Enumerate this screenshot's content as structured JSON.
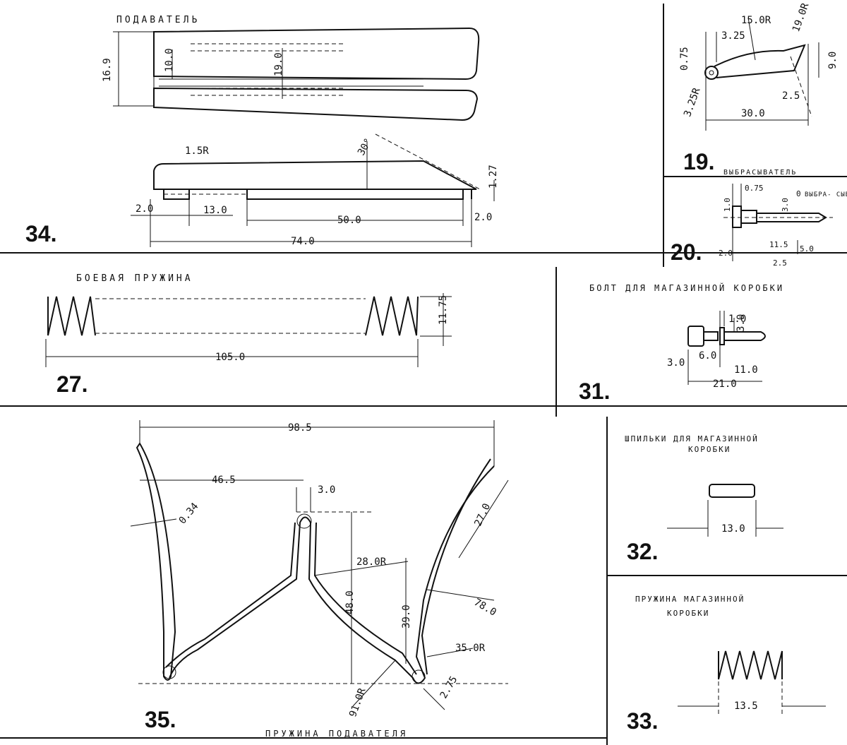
{
  "panels": {
    "p34": {
      "title": "ПОДАВАТЕЛЬ",
      "number": "34.",
      "dims": [
        "16.9",
        "10.0",
        "19.0",
        "1.5R",
        "30°",
        "1.27",
        "2.0",
        "13.0",
        "50.0",
        "2.0",
        "74.0"
      ]
    },
    "p19": {
      "title": "ВЫБРАСЫВАТЕЛЬ",
      "number": "19.",
      "dims": [
        "15.0R",
        "19.0R",
        "3.25",
        "0.75",
        "9.0",
        "3.25R",
        "2.5",
        "30.0"
      ]
    },
    "p20": {
      "title": "ВЫБРА- СЫВАТЕЛ",
      "number": "20.",
      "dims": [
        "0.75",
        "1.0",
        "3.0",
        "2.0",
        "11.5",
        "5.0",
        "2.5",
        "0"
      ]
    },
    "p27": {
      "title": "БОЕВАЯ ПРУЖИНА",
      "number": "27.",
      "dims": [
        "11.75",
        "105.0"
      ]
    },
    "p31": {
      "title": "БОЛТ ДЛЯ МАГАЗИННОЙ КОРОБКИ",
      "number": "31.",
      "dims": [
        "1.0",
        "3.0",
        "3.0",
        "6.0",
        "11.0",
        "21.0"
      ]
    },
    "p35": {
      "title": "ПРУЖИНА ПОДАВАТЕЛЯ",
      "number": "35.",
      "dims": [
        "98.5",
        "46.5",
        "3.0",
        "0.34",
        "27.0",
        "28.0R",
        "48.0",
        "39.0",
        "78.0",
        "35.0R",
        "91.0R",
        "2.75"
      ]
    },
    "p32": {
      "title_line1": "ШПИЛЬКИ ДЛЯ МАГАЗИННОЙ",
      "title_line2": "КОРОБКИ",
      "number": "32.",
      "dims": [
        "13.0"
      ]
    },
    "p33": {
      "title_line1": "ПРУЖИНА МАГАЗИННОЙ",
      "title_line2": "КОРОБКИ",
      "number": "33.",
      "dims": [
        "13.5"
      ]
    }
  }
}
